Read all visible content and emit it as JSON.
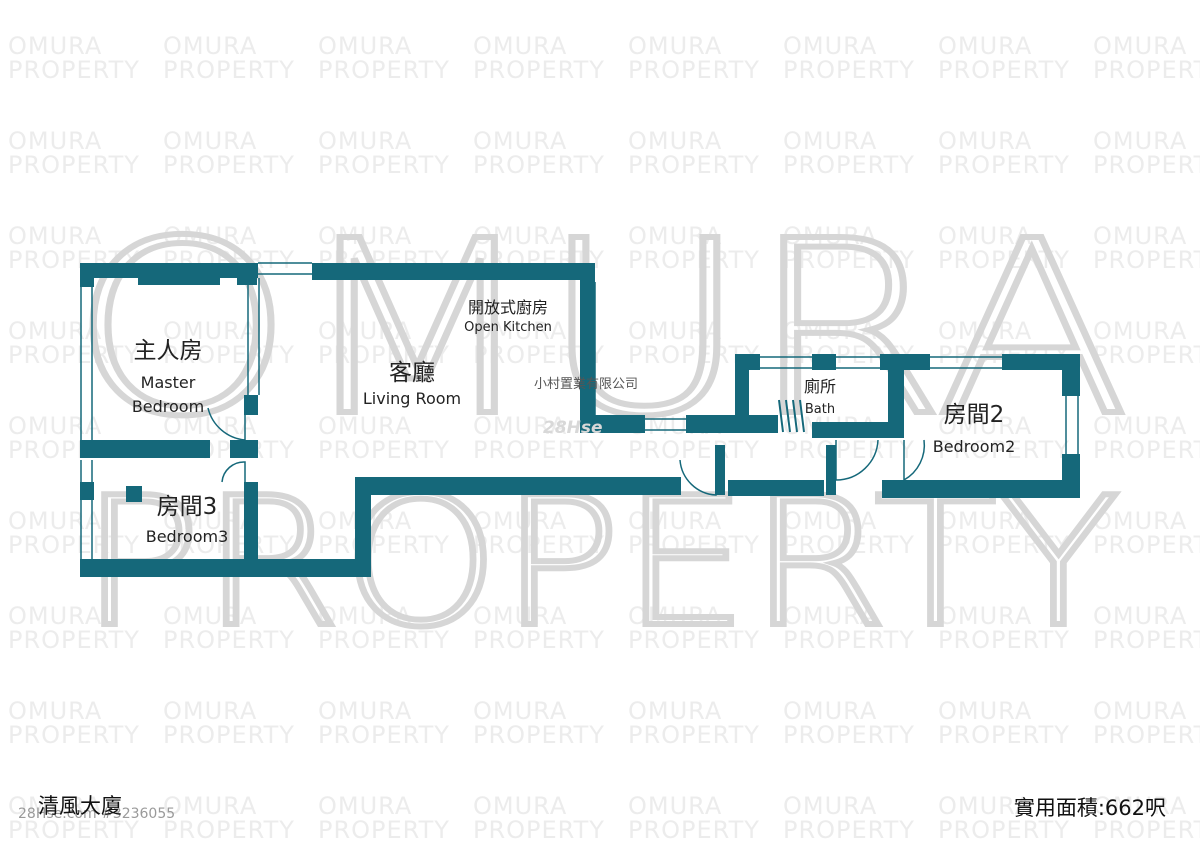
{
  "colors": {
    "wall": "#15687a",
    "watermark": "#d6d6d6",
    "text": "#222222"
  },
  "watermark": {
    "line1": "OMURA",
    "line2": "PROPERTY"
  },
  "rooms": {
    "master": {
      "zh": "主人房",
      "en1": "Master",
      "en2": "Bedroom"
    },
    "living": {
      "zh": "客廳",
      "en": "Living Room"
    },
    "kitchen": {
      "zh": "開放式廚房",
      "en": "Open Kitchen"
    },
    "bath": {
      "zh": "廁所",
      "en": "Bath"
    },
    "bedroom2": {
      "zh": "房間2",
      "en": "Bedroom2"
    },
    "bedroom3": {
      "zh": "房間3",
      "en": "Bedroom3"
    }
  },
  "agency_name": "小村置業有限公司",
  "source_logo": "28Hse",
  "footer": {
    "building": "清風大廈",
    "area": "實用面積:662呎",
    "listing_ref": "28Hse.com #3236055"
  }
}
